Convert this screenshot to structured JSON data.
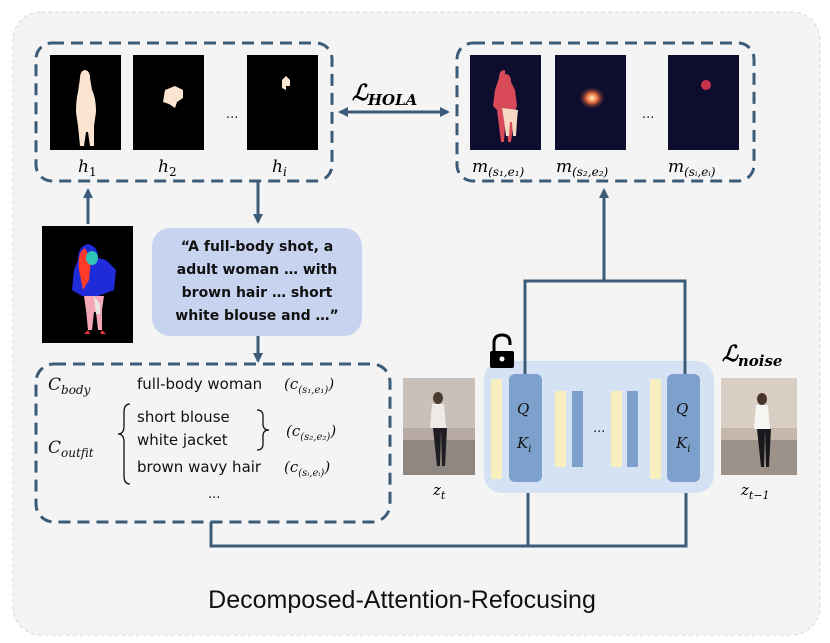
{
  "title": "Decomposed-Attention-Refocusing",
  "loss_hola": {
    "base": "ℒ",
    "sub": "HOLA"
  },
  "loss_noise": {
    "base": "ℒ",
    "sub": "noise"
  },
  "heatmaps_left": {
    "labels": [
      {
        "base": "h",
        "sub": "1"
      },
      {
        "base": "h",
        "sub": "2"
      },
      {
        "base": "h",
        "sub": "i"
      }
    ],
    "ellipsis": "..."
  },
  "heatmaps_right": {
    "labels": [
      {
        "base": "m",
        "sub": "(s₁,e₁)"
      },
      {
        "base": "m",
        "sub": "(s₂,e₂)"
      },
      {
        "base": "m",
        "sub": "(sᵢ,eᵢ)"
      }
    ],
    "ellipsis": "..."
  },
  "prompt_lines": [
    "“A full-body shot, a",
    "adult woman … with",
    "brown hair … short",
    "white blouse and …”"
  ],
  "conditions": {
    "c_body": {
      "base": "C",
      "sub": "body"
    },
    "c_outfit": {
      "base": "C",
      "sub": "outfit"
    },
    "body_item": "full-body woman",
    "body_token": {
      "base": "c",
      "sub": "(s₁,e₁)"
    },
    "outfit_group": [
      "short blouse",
      "white jacket"
    ],
    "outfit_token": {
      "base": "c",
      "sub": "(s₂,e₂)"
    },
    "hair_item": "brown wavy hair",
    "hair_token": {
      "base": "c",
      "sub": "(sᵢ,eᵢ)"
    },
    "ellipsis": "..."
  },
  "unet": {
    "q_label": "Q",
    "k_label": {
      "base": "K",
      "sub": "i"
    },
    "ellipsis": "..."
  },
  "latents": {
    "zt": {
      "base": "z",
      "sub": "t"
    },
    "zt1": {
      "base": "z",
      "sub": "t−1"
    }
  },
  "colors": {
    "frame": "#3b5c78",
    "panel_bg": "#f4f4f4",
    "prompt_bg": "#c8d3ef",
    "unet_bg": "#d5e2f4",
    "block_blue": "#7da0cc",
    "block_yellow": "#f7efbd"
  }
}
